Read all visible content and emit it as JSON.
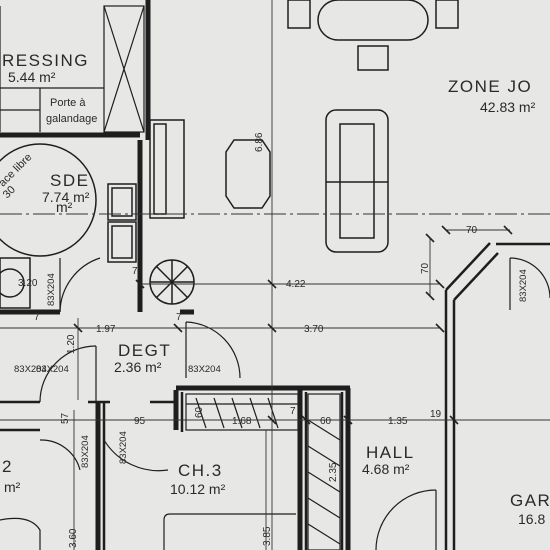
{
  "rooms": {
    "dressing": {
      "name": "RESSING",
      "area": "5.44 m²",
      "note_line1": "Porte à",
      "note_line2": "galandage"
    },
    "sde": {
      "name": "SDE",
      "area": "7.74 m²",
      "note_line1": "ace libre",
      "note_line2": "30"
    },
    "zone_jour": {
      "name": "ZONE JO",
      "area": "42.83 m²"
    },
    "degt": {
      "name": "DEGT",
      "area": "2.36 m²"
    },
    "ch2": {
      "name": "2",
      "area": "m²"
    },
    "ch3": {
      "name": "CH.3",
      "area": "10.12 m²"
    },
    "hall": {
      "name": "HALL",
      "area": "4.68 m²"
    },
    "garage": {
      "name": "GAR",
      "area": "16.8"
    }
  },
  "dimensions": {
    "d_686": "6.86",
    "d_422": "4.22",
    "d_370": "3.70",
    "d_197": "1.97",
    "d_120": "1.20",
    "d_320": "3.20",
    "d_70_horizontal": "70",
    "d_70_vertical": "70",
    "d_95": "95",
    "d_168": "1.68",
    "d_60": "60",
    "d_135": "1.35",
    "d_19": "19",
    "d_235": "2.35",
    "d_360": "3.60",
    "d_385": "3.85",
    "d_7a": "7",
    "d_7b": "7",
    "d_7c": "7",
    "d_7d": "7",
    "d_57": "57",
    "d_60b": "60",
    "d_m2": "m²"
  },
  "door_labels": {
    "sde_door": "83X204",
    "degt_left": "83X204",
    "degt_right": "83X204",
    "ch2_door": "83X204",
    "ch3_door": "83X204",
    "zone_door": "83X204",
    "sde_bottom": "83X204"
  }
}
